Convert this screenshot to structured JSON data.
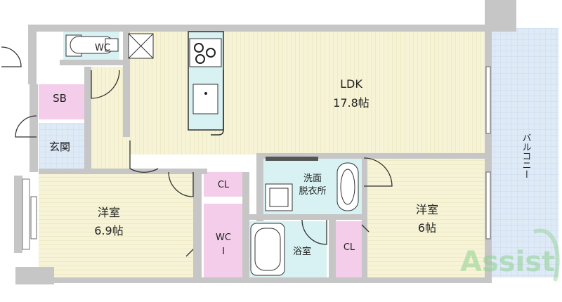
{
  "rooms": {
    "wc_top": "WC",
    "sb": "SB",
    "entrance": "玄関",
    "ldk_name": "LDK",
    "ldk_size": "17.8帖",
    "western_left_name": "洋室",
    "western_left_size": "6.9帖",
    "cl_center": "CL",
    "wci_line1": "WC",
    "wci_line2": "I",
    "washroom_line1": "洗面",
    "washroom_line2": "脱衣所",
    "bath": "浴室",
    "cl_right": "CL",
    "western_right_name": "洋室",
    "western_right_size": "6帖",
    "balcony": "バルコニー"
  },
  "watermark": {
    "text": "Assist"
  },
  "colors": {
    "floor": "#f6f3d6",
    "tile": "#dfeaf7",
    "wet": "#d8f2f3",
    "pink": "#f3cde9",
    "wall": "#c6c6c6",
    "watermark": "#8fd18f"
  }
}
